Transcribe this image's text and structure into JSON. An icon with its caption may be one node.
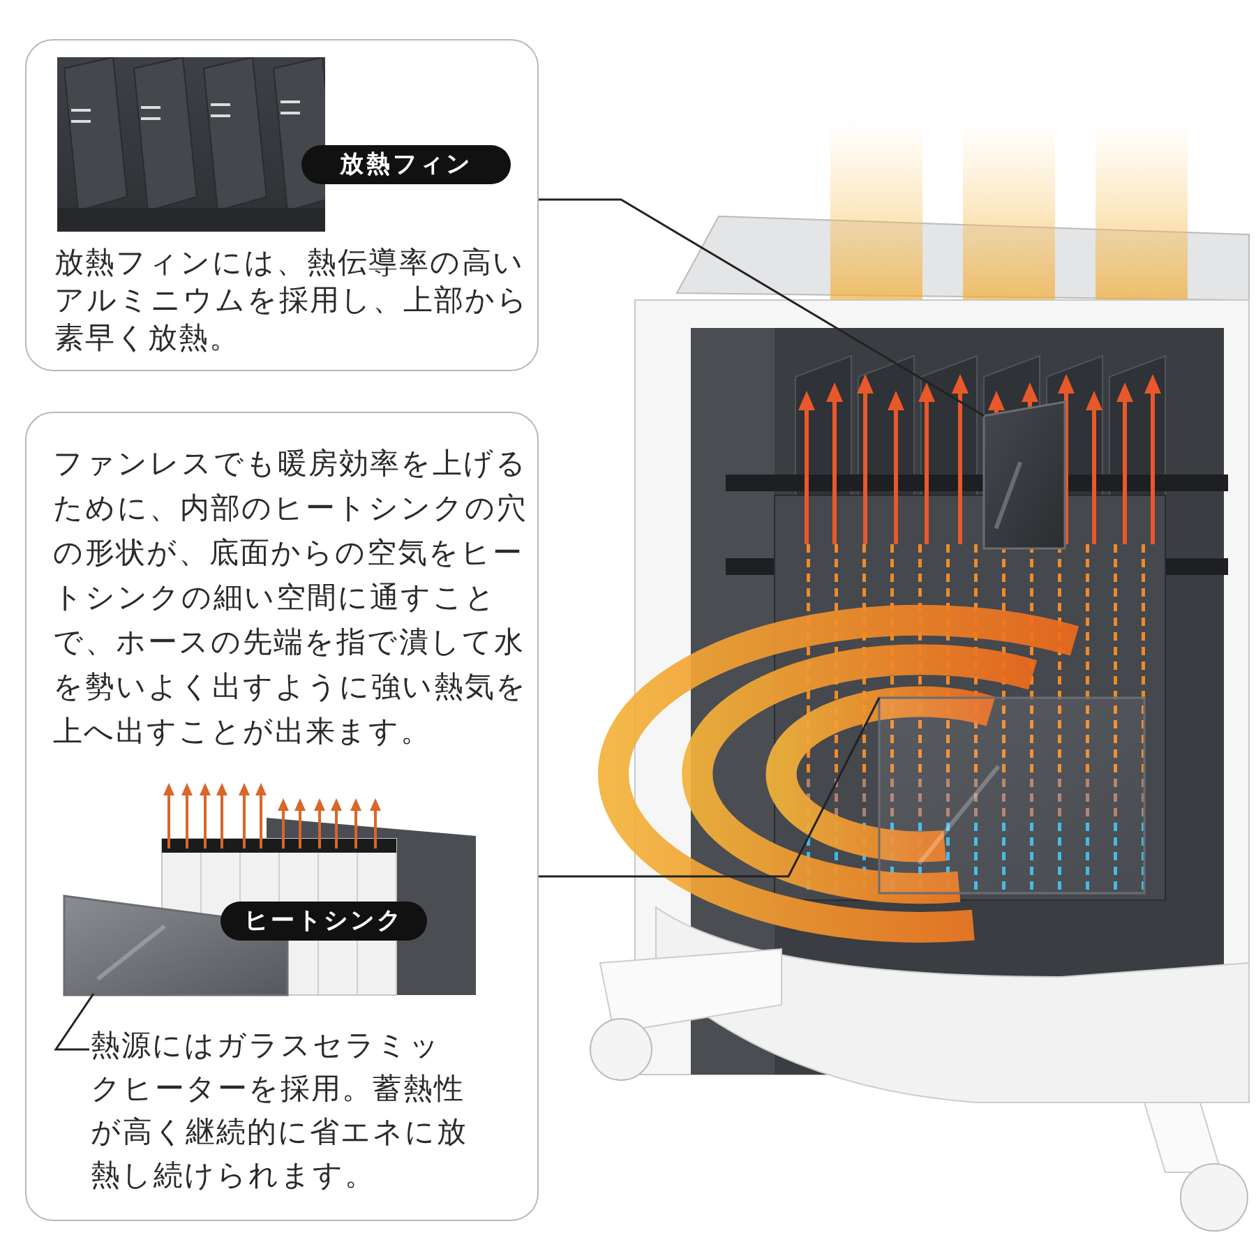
{
  "diagram": {
    "nodes": [
      {
        "text": [
          "放熱フィン",
          "放熱フィンには、熱伝導率の高いアルミニウムを採用し、上部から素早く放熱。"
        ]
      },
      {
        "text": [
          "ファンレスでも暖房効率を上げるために、内部のヒートシンクの穴の形状が、底面からの空気をヒートシンクの細い空間に通すことで、ホースの先端を指で潰して水を勢いよく出すように強い熱気を上へ出すことが出来ます。",
          "ヒートシンク"
        ]
      },
      {
        "text": [
          "熱源にはガラスセラミックヒーターを採用。蓄熱性が高く継続的に省エネに放熱し続けられます。"
        ],
        "in": 1
      },
      {
        "text": [],
        "shape": "picture",
        "in": 1
      },
      {
        "text": [],
        "shape": "picture"
      },
      {
        "text": [],
        "shape": "picture"
      }
    ],
    "edges": [
      {
        "from": 0,
        "to": 4,
        "arrow": "none"
      },
      {
        "from": 1,
        "to": 5,
        "arrow": "none"
      },
      {
        "from": 2,
        "to": 3,
        "arrow": "none"
      }
    ]
  }
}
